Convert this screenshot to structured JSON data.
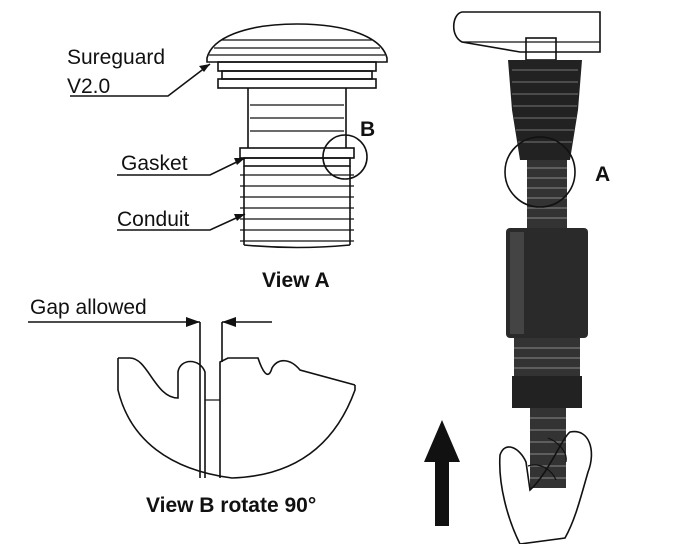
{
  "labels": {
    "sureguard_line1": "Sureguard",
    "sureguard_line2": "V2.0",
    "gasket": "Gasket",
    "conduit": "Conduit",
    "gap_allowed": "Gap allowed",
    "detail_b": "B",
    "detail_a": "A"
  },
  "captions": {
    "view_a": "View A",
    "view_b": "View B rotate 90°"
  }
}
